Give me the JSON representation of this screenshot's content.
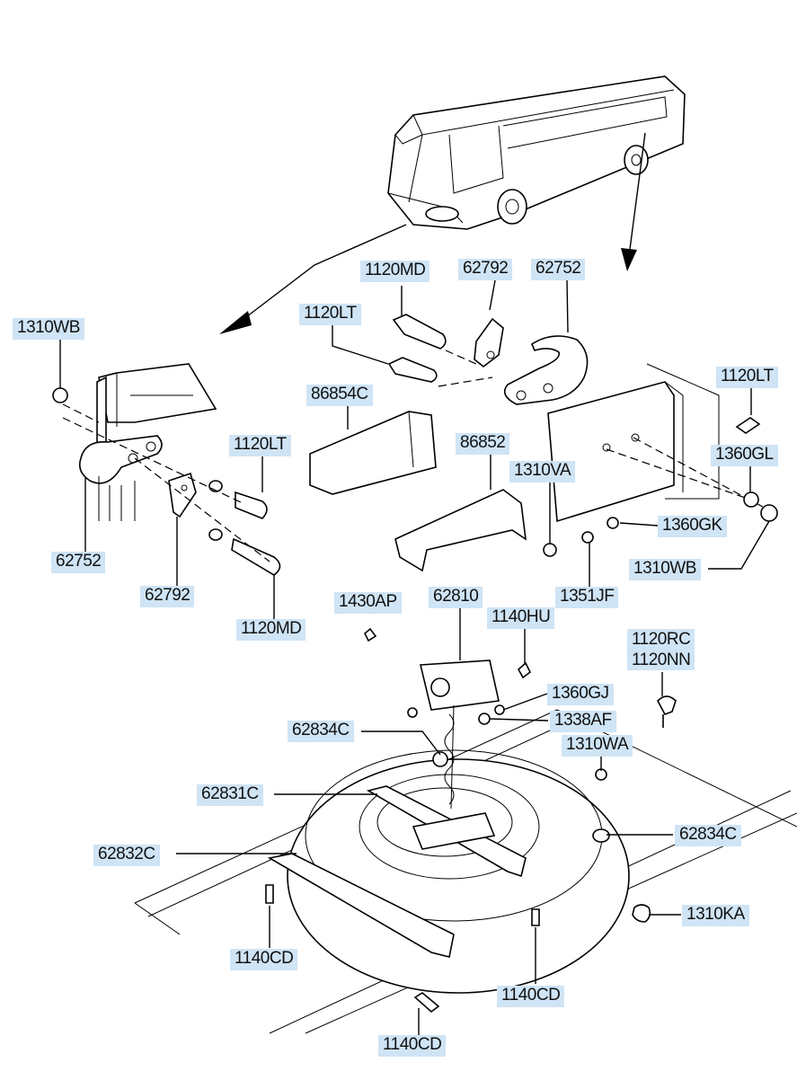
{
  "labels": {
    "p1120md_top": "1120MD",
    "p62792_top": "62792",
    "p62752_top": "62752",
    "p1310wb_left": "1310WB",
    "p1120lt_mid": "1120LT",
    "p1120lt_right": "1120LT",
    "p86854c": "86854C",
    "p1120lt_left": "1120LT",
    "p86852": "86852",
    "p1360gl": "1360GL",
    "p1310va": "1310VA",
    "p1360gk": "1360GK",
    "p62752_left": "62752",
    "p1310wb_right": "1310WB",
    "p62792_left": "62792",
    "p1351jf": "1351JF",
    "p1430ap": "1430AP",
    "p62810": "62810",
    "p1140hu": "1140HU",
    "p1120md_left": "1120MD",
    "p1120rc": "1120RC",
    "p1120nn": "1120NN",
    "p1360gj": "1360GJ",
    "p62834c_left": "62834C",
    "p1338af": "1338AF",
    "p1310wa": "1310WA",
    "p62831c": "62831C",
    "p62834c_right": "62834C",
    "p62832c": "62832C",
    "p1310ka": "1310KA",
    "p1140cd_left": "1140CD",
    "p1140cd_right": "1140CD",
    "p1140cd_bottom": "1140CD"
  },
  "colors": {
    "label_background": "#cfe4f5",
    "line": "#000000",
    "background": "#ffffff"
  }
}
